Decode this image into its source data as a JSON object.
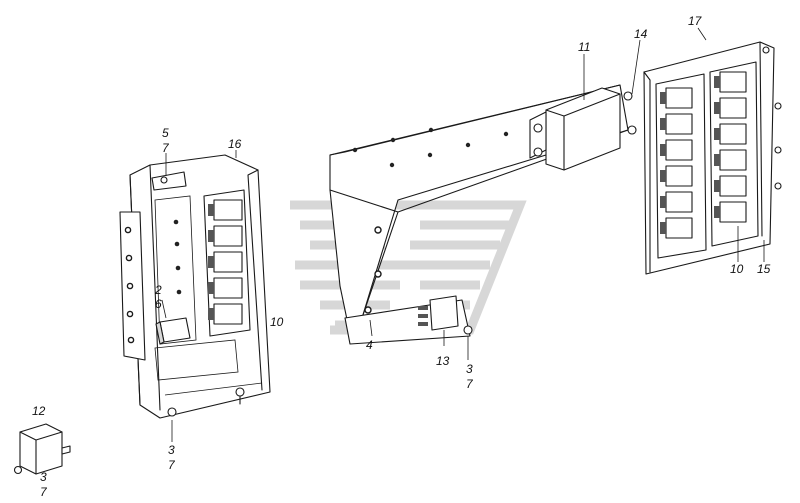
{
  "callouts": {
    "c12": "12",
    "c3a": "3",
    "c7a": "7",
    "c5": "5",
    "c7b": "7",
    "c16": "16",
    "c2": "2",
    "c6": "6",
    "c10a": "10",
    "c3b": "3",
    "c7c": "7",
    "c11": "11",
    "c14": "14",
    "c17": "17",
    "c4": "4",
    "c13": "13",
    "c3c": "3",
    "c7d": "7",
    "c10b": "10",
    "c15": "15"
  },
  "colors": {
    "line": "#1a1a1a",
    "watermark": "#d7d7d7",
    "background": "#ffffff"
  }
}
